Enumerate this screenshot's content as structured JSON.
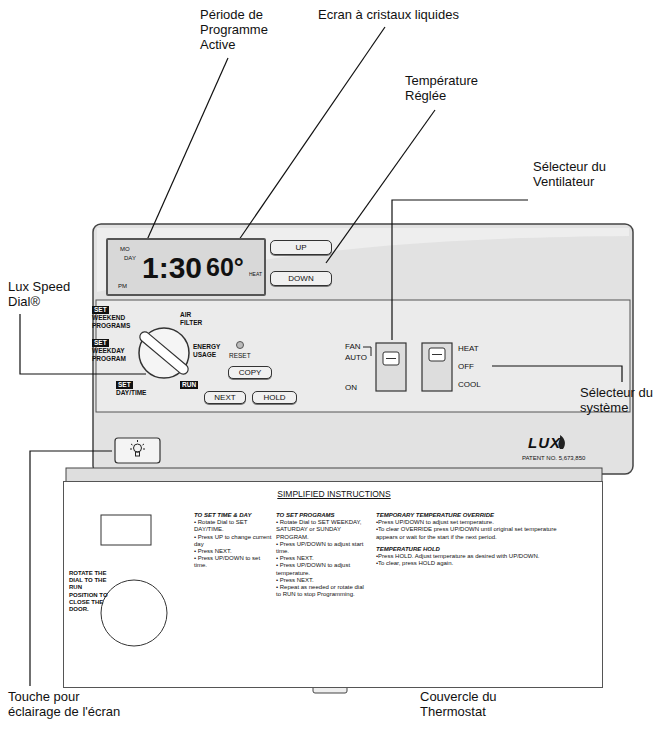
{
  "diagram": {
    "nodes": [
      {
        "text": [
          "MO",
          "DAY",
          "PM",
          "1:30",
          "60°",
          "HEAT"
        ]
      },
      {
        "text": [
          "UP"
        ]
      },
      {
        "text": [
          "DOWN"
        ]
      },
      {
        "text": [
          "COPY"
        ]
      },
      {
        "text": [
          "NEXT"
        ]
      },
      {
        "text": [
          "HOLD"
        ]
      },
      {
        "text": [
          "SIMPLIFIED INSTRUCTIONS",
          "ROTATE THE DIAL TO THE RUN POSITION TO CLOSE THE DOOR.",
          "TO SET TIME & DAY",
          "• Rotate Dial to SET DAY/TIME.",
          "• Press UP to change current day",
          "• Press NEXT.",
          "• Press UP/DOWN to set time.",
          "TO SET PROGRAMS",
          "• Rotate Dial to SET WEEKDAY, SATURDAY or SUNDAY PROGRAM.",
          "• Press UP/DOWN to adjust start time.",
          "• Press NEXT.",
          "• Press UP/DOWN to adjust temperature.",
          "• Press NEXT.",
          "• Repeat as needed or rotate dial to RUN to stop Programming.",
          "TEMPORARY TEMPERATURE OVERRIDE",
          "•Press UP/DOWN to adjust set temperature.",
          "•To clear OVERRIDE press UP/DOWN until original set temperature appears or wait for the start if the next period.",
          "TEMPERATURE HOLD",
          "•Press HOLD. Adjust temperature as desired with UP/DOWN.",
          "•To clear, press HOLD again."
        ]
      }
    ],
    "labels": [
      "Période de Programme Active",
      "Ecran à cristaux liquides",
      "Température Réglée",
      "Lux Speed Dial®",
      "Sélecteur du Ventilateur",
      "Sélecteur du système",
      "Touche pour éclairage de l'écran",
      "Couvercle du Thermostat",
      "SET",
      "WEEKEND PROGRAMS",
      "SET",
      "WEEKDAY PROGRAM",
      "SET",
      "DAY/TIME",
      "AIR FILTER",
      "ENERGY USAGE",
      "RUN",
      "RESET",
      "FAN",
      "AUTO",
      "ON",
      "HEAT",
      "OFF",
      "COOL",
      "LUX",
      "PATENT NO. 5,673,850"
    ]
  }
}
